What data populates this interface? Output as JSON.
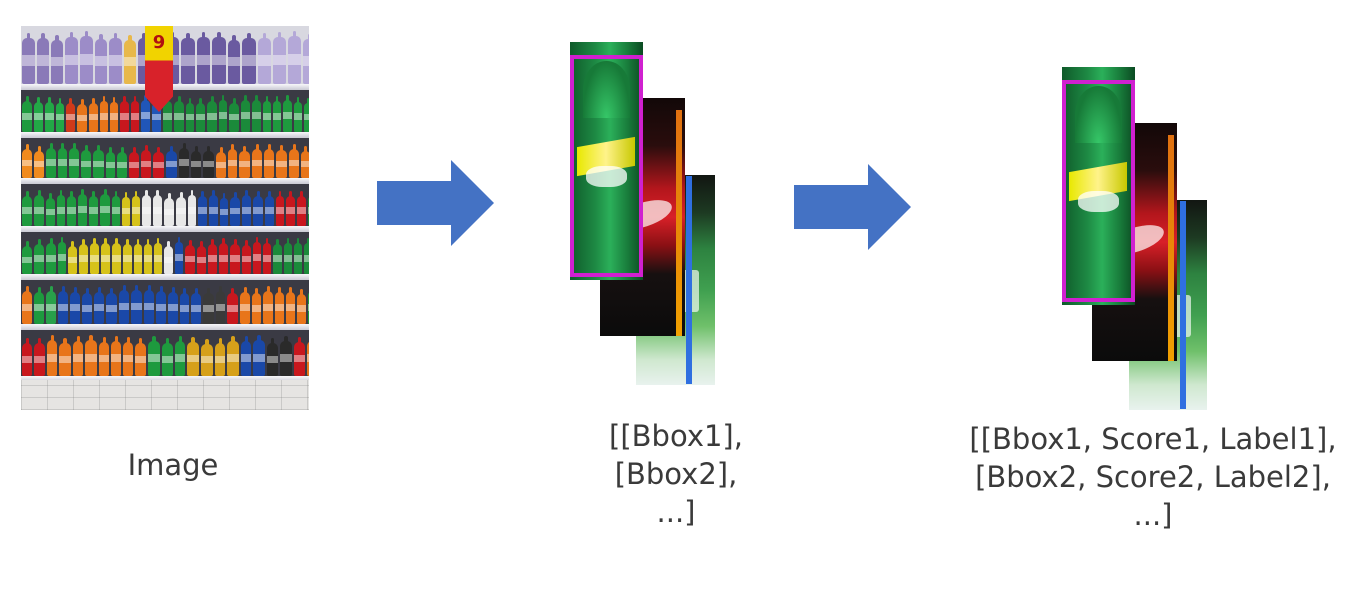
{
  "stages": {
    "image": {
      "label": "Image"
    },
    "detection": {
      "lines": [
        "[[Bbox1],",
        "[Bbox2],",
        "...]"
      ]
    },
    "classification": {
      "lines": [
        "[[Bbox1, Score1, Label1],",
        "[Bbox2, Score2, Label2],",
        "...]"
      ]
    }
  },
  "photo": {
    "price_sign_text": "9"
  },
  "colors": {
    "arrow": "#4472c4",
    "bbox_sprite": "#d020d0",
    "bbox_coke": "#e07010",
    "bbox_7up": "#2f6fe0",
    "text": "#3a3a3a"
  },
  "icons": [
    "right-arrow-icon",
    "right-arrow-icon"
  ]
}
